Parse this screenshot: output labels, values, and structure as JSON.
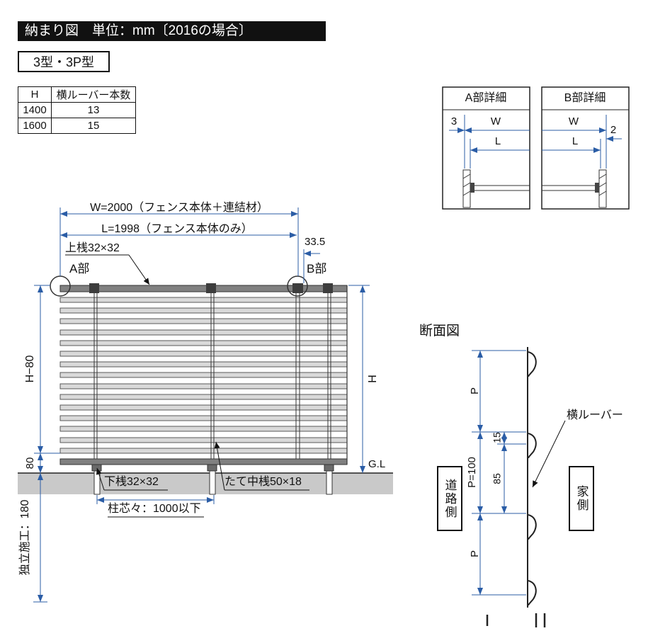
{
  "header": {
    "title": "納まり図　単位：mm〔2016の場合〕",
    "type_label": "3型・3P型"
  },
  "spec_table": {
    "col_h": "H",
    "col_count": "横ルーバー本数",
    "rows": [
      {
        "h": "1400",
        "count": "13"
      },
      {
        "h": "1600",
        "count": "15"
      }
    ]
  },
  "elevation": {
    "dim_w": "W=2000（フェンス本体＋連結材）",
    "dim_l": "L=1998（フェンス本体のみ）",
    "label_top_rail": "上桟32×32",
    "dim_offset": "33.5",
    "label_part_a": "A部",
    "label_part_b": "B部",
    "dim_h_minus_80": "H−80",
    "dim_h": "H",
    "dim_80": "80",
    "label_gl": "G.L",
    "label_bottom_rail": "下桟32×32",
    "label_mid_rail": "たて中桟50×18",
    "dim_post_pitch": "柱芯々：1000以下",
    "dim_foundation": "独立施工：180"
  },
  "detail_a": {
    "title": "A部詳細",
    "dim_3": "3",
    "dim_w": "W",
    "dim_l": "L"
  },
  "detail_b": {
    "title": "B部詳細",
    "dim_w": "W",
    "dim_l": "L",
    "dim_2": "2"
  },
  "section": {
    "title": "断面図",
    "dim_p_top": "P",
    "dim_15": "15",
    "dim_p100": "P=100",
    "dim_85": "85",
    "dim_p_bottom": "P",
    "label_louver": "横ルーバー",
    "label_road": "道路側",
    "label_house": "家側"
  },
  "colors": {
    "dim_line": "#2b5da6",
    "ink": "#222222",
    "ground": "#c9c9c9"
  }
}
